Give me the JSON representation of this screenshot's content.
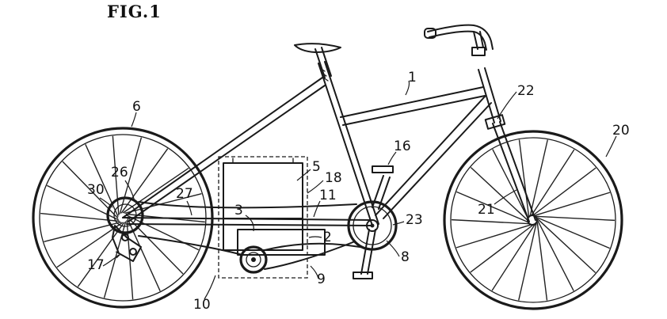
{
  "figure_title": "FIG.1",
  "labels": {
    "frame": "1",
    "battery_box": "2",
    "motor": "3",
    "box_top": "5",
    "rear_wheel": "6",
    "chainring": "8",
    "drive_chain": "9",
    "housing": "10",
    "mount": "11",
    "pedal": "16",
    "derailleur": "17",
    "cover": "18",
    "front_wheel": "20",
    "fork": "21",
    "head_tube": "22",
    "crank": "23",
    "sprocket": "26",
    "rear_chain": "27",
    "rear_hub": "30"
  }
}
